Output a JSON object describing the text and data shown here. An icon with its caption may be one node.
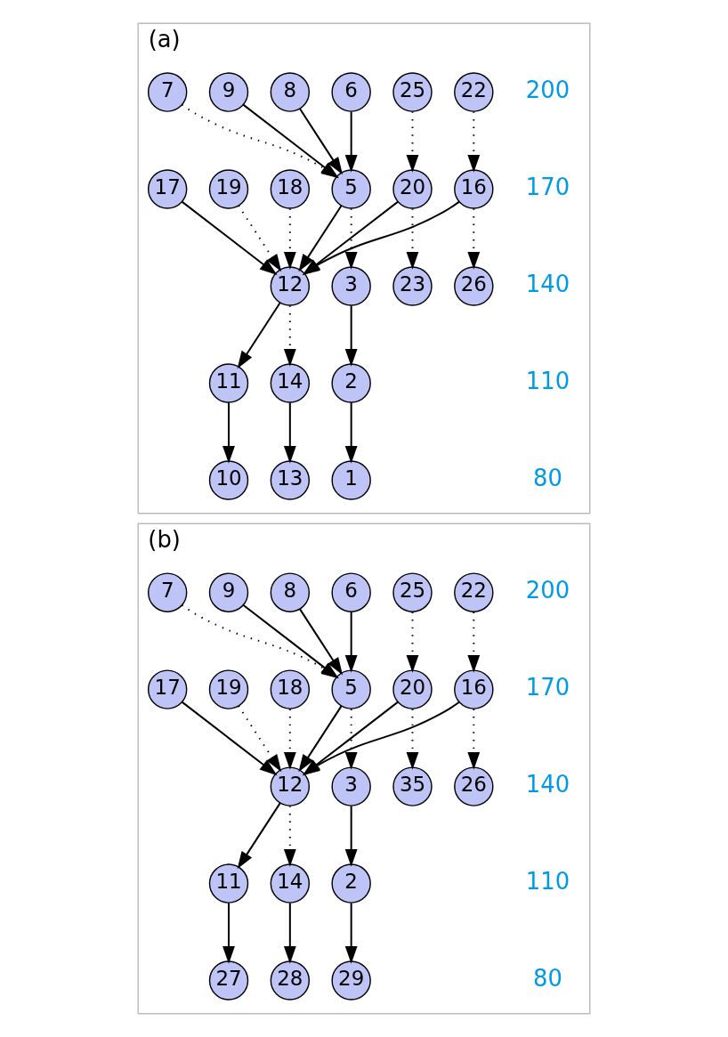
{
  "diagram": {
    "nodes": [
      {
        "text": [
          "(a)"
        ]
      },
      {
        "text": [
          "22"
        ],
        "in": 0
      },
      {
        "text": [
          "25"
        ],
        "in": 0
      },
      {
        "text": [
          "6"
        ],
        "in": 0
      },
      {
        "text": [
          "8"
        ],
        "in": 0
      },
      {
        "text": [
          "9"
        ],
        "in": 0
      },
      {
        "text": [
          "7"
        ],
        "in": 0
      },
      {
        "text": [
          "16"
        ],
        "in": 0
      },
      {
        "text": [
          "20"
        ],
        "in": 0
      },
      {
        "text": [
          "19"
        ],
        "in": 0
      },
      {
        "text": [
          "17"
        ],
        "in": 0
      },
      {
        "text": [
          "18"
        ],
        "in": 0
      },
      {
        "text": [
          "5"
        ],
        "in": 0
      },
      {
        "text": [
          "26"
        ],
        "in": 0
      },
      {
        "text": [
          "23"
        ],
        "in": 0
      },
      {
        "text": [
          "12"
        ],
        "in": 0
      },
      {
        "text": [
          "3"
        ],
        "in": 0
      },
      {
        "text": [
          "11"
        ],
        "in": 0
      },
      {
        "text": [
          "14"
        ],
        "in": 0
      },
      {
        "text": [
          "2"
        ],
        "in": 0
      },
      {
        "text": [
          "10"
        ],
        "in": 0
      },
      {
        "text": [
          "13"
        ],
        "in": 0
      },
      {
        "text": [
          "1"
        ],
        "in": 0
      },
      {
        "text": [
          "(b)"
        ]
      },
      {
        "text": [
          "22"
        ],
        "in": 23
      },
      {
        "text": [
          "25"
        ],
        "in": 23
      },
      {
        "text": [
          "6"
        ],
        "in": 23
      },
      {
        "text": [
          "8"
        ],
        "in": 23
      },
      {
        "text": [
          "9"
        ],
        "in": 23
      },
      {
        "text": [
          "7"
        ],
        "in": 23
      },
      {
        "text": [
          "16"
        ],
        "in": 23
      },
      {
        "text": [
          "20"
        ],
        "in": 23
      },
      {
        "text": [
          "19"
        ],
        "in": 23
      },
      {
        "text": [
          "17"
        ],
        "in": 23
      },
      {
        "text": [
          "18"
        ],
        "in": 23
      },
      {
        "text": [
          "5"
        ],
        "in": 23
      },
      {
        "text": [
          "26"
        ],
        "in": 23
      },
      {
        "text": [
          "35"
        ],
        "in": 23
      },
      {
        "text": [
          "12"
        ],
        "in": 23
      },
      {
        "text": [
          "3"
        ],
        "in": 23
      },
      {
        "text": [
          "11"
        ],
        "in": 23
      },
      {
        "text": [
          "14"
        ],
        "in": 23
      },
      {
        "text": [
          "2"
        ],
        "in": 23
      },
      {
        "text": [
          "27"
        ],
        "in": 23
      },
      {
        "text": [
          "28"
        ],
        "in": 23
      },
      {
        "text": [
          "29"
        ],
        "in": 23
      }
    ],
    "edges": [
      {
        "from": 1,
        "to": 7,
        "arrow": "to",
        "style": "dashed"
      },
      {
        "from": 2,
        "to": 8,
        "arrow": "to",
        "style": "dashed"
      },
      {
        "from": 3,
        "to": 12,
        "arrow": "to"
      },
      {
        "from": 4,
        "to": 12,
        "arrow": "to"
      },
      {
        "from": 5,
        "to": 12,
        "arrow": "to"
      },
      {
        "from": 6,
        "to": 12,
        "arrow": "to",
        "style": "dashed"
      },
      {
        "from": 7,
        "to": 13,
        "arrow": "to",
        "style": "dashed"
      },
      {
        "from": 8,
        "to": 14,
        "arrow": "to",
        "style": "dashed"
      },
      {
        "from": 7,
        "to": 15,
        "arrow": "to"
      },
      {
        "from": 8,
        "to": 15,
        "arrow": "to"
      },
      {
        "from": 9,
        "to": 15,
        "arrow": "to",
        "style": "dashed"
      },
      {
        "from": 10,
        "to": 15,
        "arrow": "to"
      },
      {
        "from": 11,
        "to": 15,
        "arrow": "to",
        "style": "dashed"
      },
      {
        "from": 12,
        "to": 15,
        "arrow": "to"
      },
      {
        "from": 12,
        "to": 16,
        "arrow": "to",
        "style": "dashed"
      },
      {
        "from": 15,
        "to": 17,
        "arrow": "to"
      },
      {
        "from": 15,
        "to": 18,
        "arrow": "to",
        "style": "dashed"
      },
      {
        "from": 16,
        "to": 19,
        "arrow": "to"
      },
      {
        "from": 17,
        "to": 20,
        "arrow": "to"
      },
      {
        "from": 18,
        "to": 21,
        "arrow": "to"
      },
      {
        "from": 19,
        "to": 22,
        "arrow": "to"
      },
      {
        "from": 24,
        "to": 30,
        "arrow": "to",
        "style": "dashed"
      },
      {
        "from": 25,
        "to": 31,
        "arrow": "to",
        "style": "dashed"
      },
      {
        "from": 26,
        "to": 35,
        "arrow": "to"
      },
      {
        "from": 27,
        "to": 35,
        "arrow": "to"
      },
      {
        "from": 28,
        "to": 35,
        "arrow": "to"
      },
      {
        "from": 29,
        "to": 35,
        "arrow": "to",
        "style": "dashed"
      },
      {
        "from": 30,
        "to": 36,
        "arrow": "to",
        "style": "dashed"
      },
      {
        "from": 31,
        "to": 37,
        "arrow": "to",
        "style": "dashed"
      },
      {
        "from": 30,
        "to": 38,
        "arrow": "to"
      },
      {
        "from": 31,
        "to": 38,
        "arrow": "to"
      },
      {
        "from": 32,
        "to": 38,
        "arrow": "to",
        "style": "dashed"
      },
      {
        "from": 33,
        "to": 38,
        "arrow": "to"
      },
      {
        "from": 34,
        "to": 38,
        "arrow": "to",
        "style": "dashed"
      },
      {
        "from": 35,
        "to": 38,
        "arrow": "to"
      },
      {
        "from": 35,
        "to": 39,
        "arrow": "to",
        "style": "dashed"
      },
      {
        "from": 38,
        "to": 40,
        "arrow": "to"
      },
      {
        "from": 38,
        "to": 41,
        "arrow": "to",
        "style": "dashed"
      },
      {
        "from": 39,
        "to": 42,
        "arrow": "to"
      },
      {
        "from": 40,
        "to": 43,
        "arrow": "to"
      },
      {
        "from": 41,
        "to": 44,
        "arrow": "to"
      },
      {
        "from": 42,
        "to": 45,
        "arrow": "to"
      }
    ],
    "labels": [
      "200",
      "170",
      "140",
      "110",
      "80",
      "200",
      "170",
      "140",
      "110",
      "80"
    ]
  }
}
